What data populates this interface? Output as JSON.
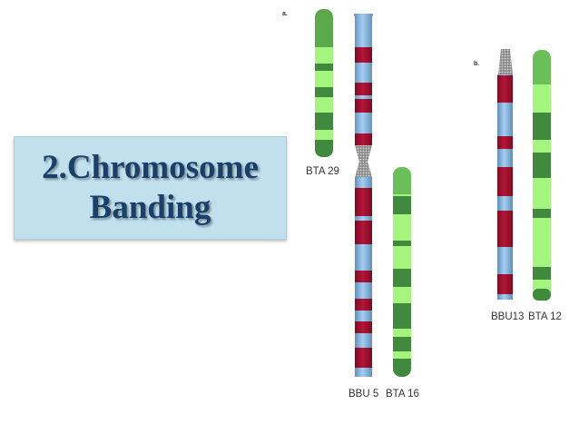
{
  "slide": {
    "title_line1": "2.Chromosome",
    "title_line2": "Banding"
  },
  "figure": {
    "panel_a": "a.",
    "panel_b": "b.",
    "labels": {
      "bta29": "BTA 29",
      "bbu5": "BBU 5",
      "bta16": "BTA 16",
      "bbu13": "BBU13",
      "bta12": "BTA 12"
    }
  },
  "colors": {
    "title_bg": "#bfe0ec",
    "title_text": "#1a3f6b",
    "bbu_light_band": "#85b6e0",
    "bbu_dark_band": "#a3102a",
    "bta_light_band": "#a3f57d",
    "bta_dark_band": "#3f8a3c",
    "centromere": "#909090"
  }
}
